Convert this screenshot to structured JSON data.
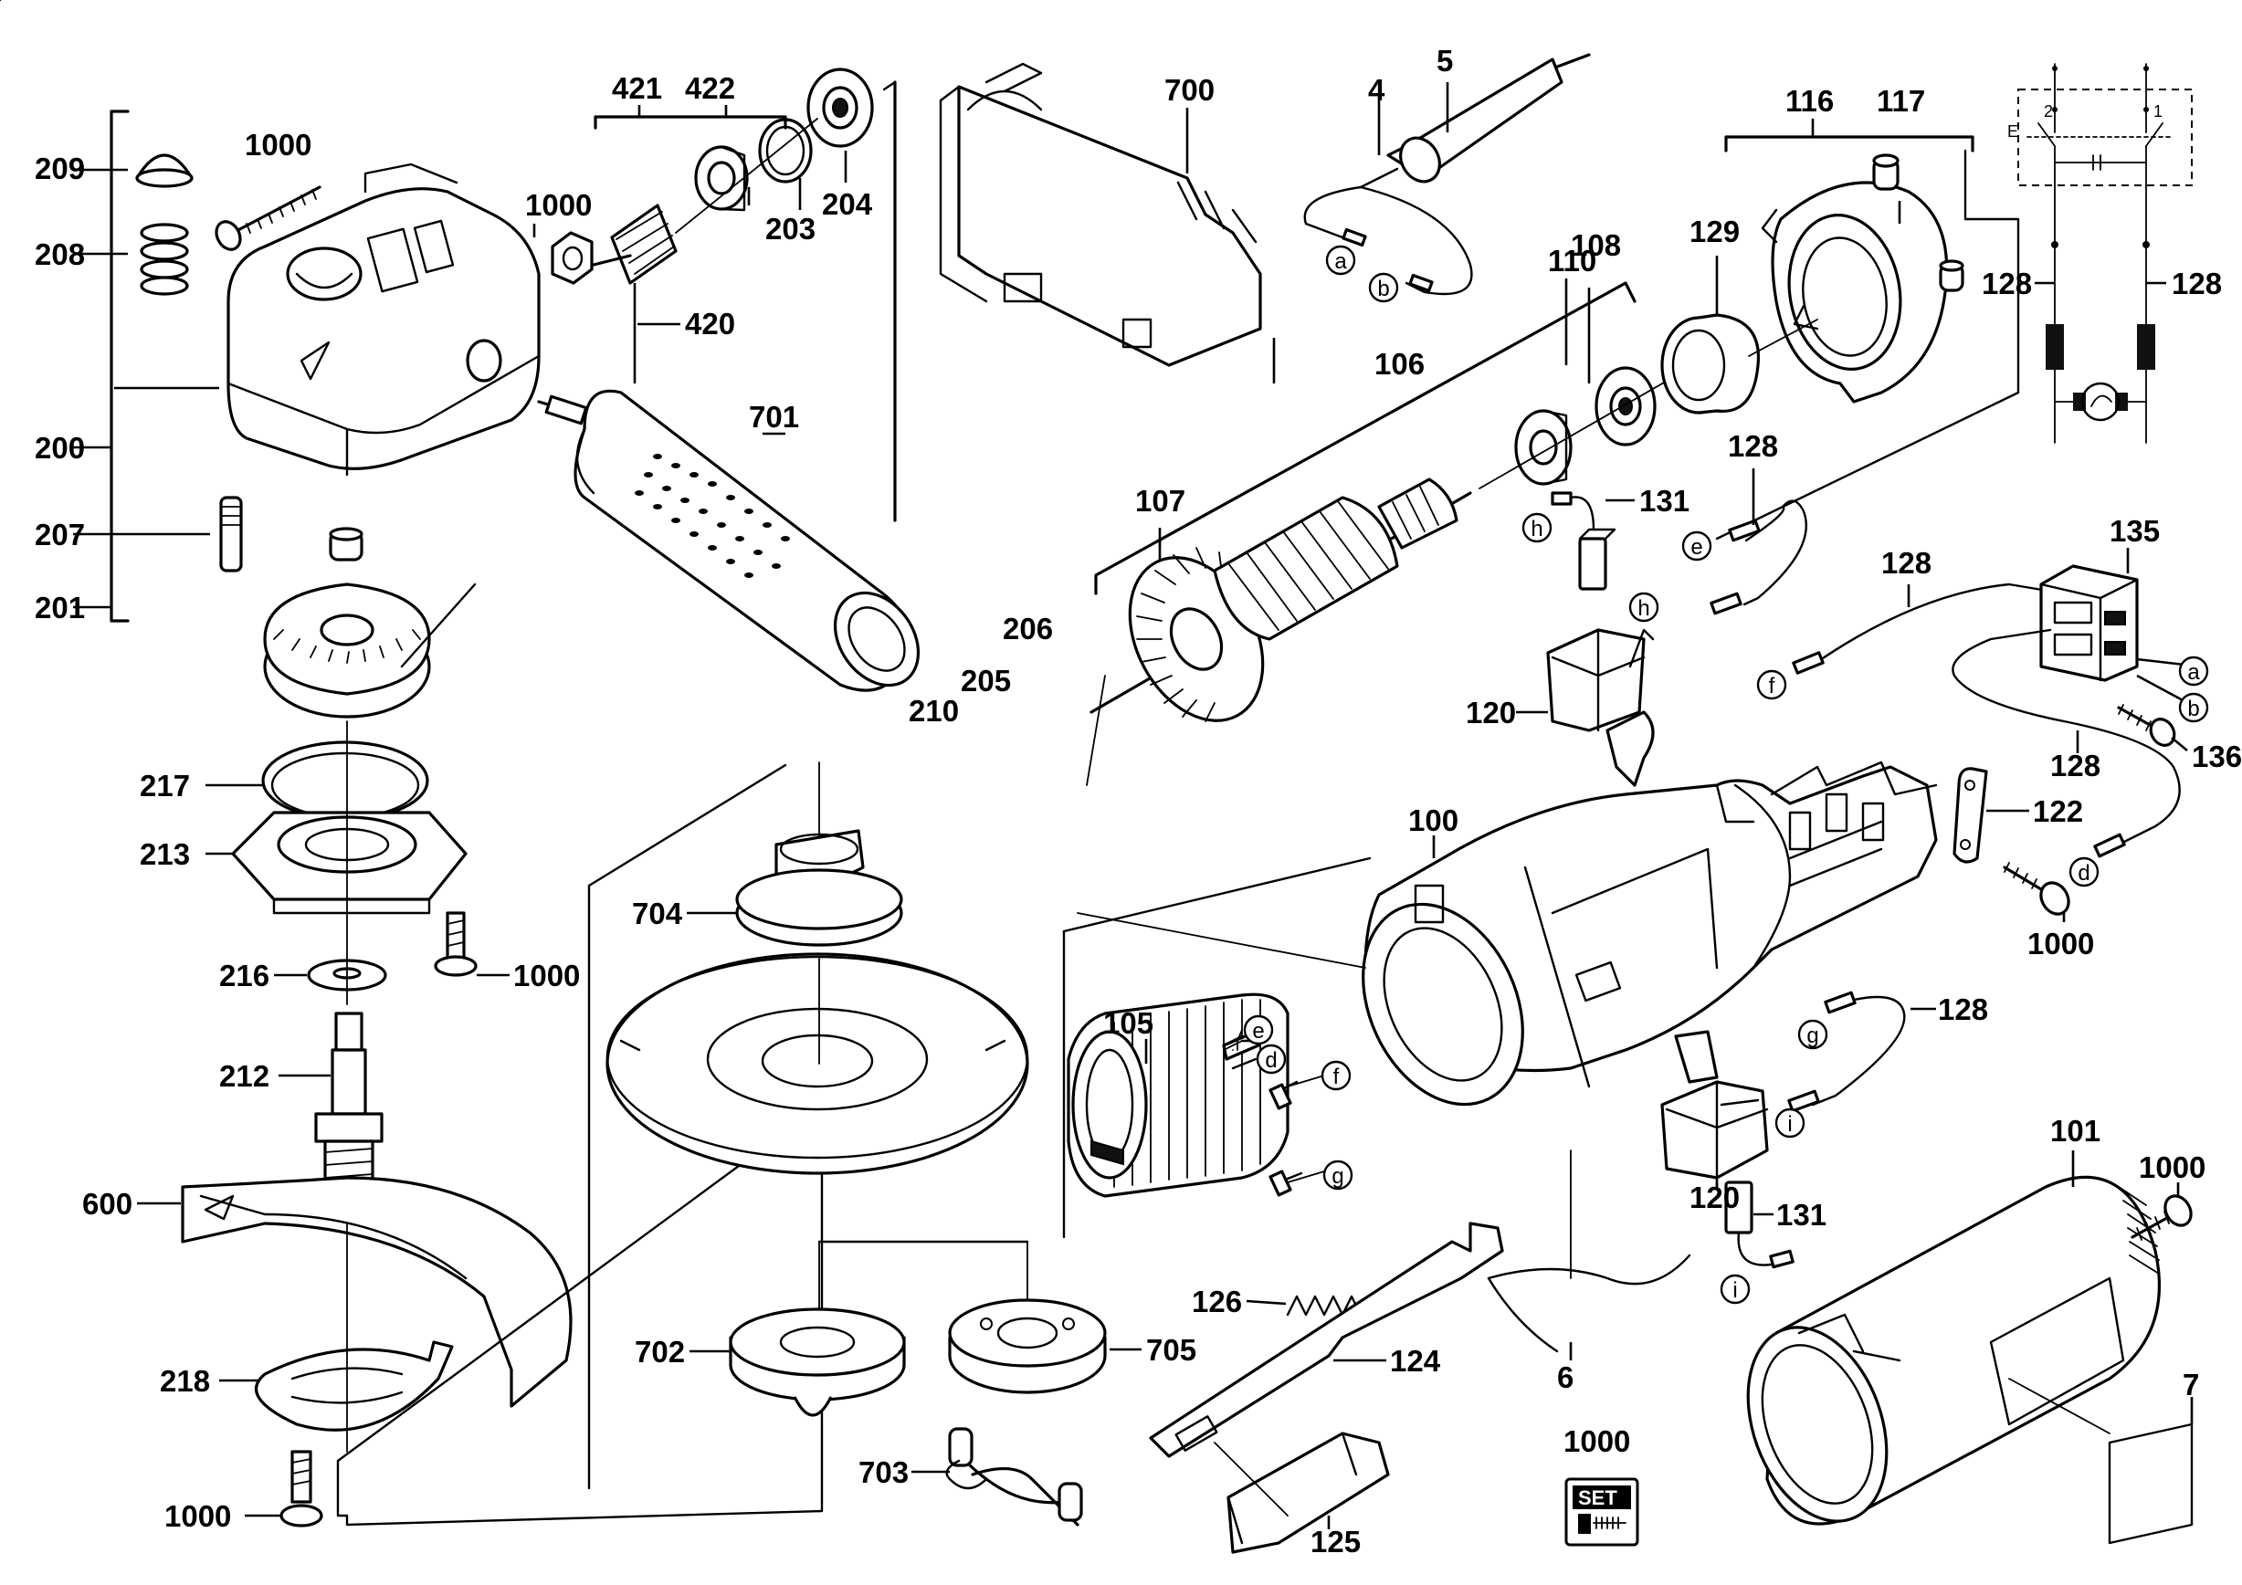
{
  "diagram": {
    "part_labels": {
      "p209": "209",
      "p208": "208",
      "p200": "200",
      "p207": "207",
      "p201": "201",
      "p1000_a": "1000",
      "p1000_b": "1000",
      "p1000_c": "1000",
      "p1000_d": "1000",
      "p1000_e": "1000",
      "p1000_f": "1000",
      "p1000_set": "1000",
      "p421": "421",
      "p422": "422",
      "p420": "420",
      "p203": "203",
      "p204": "204",
      "p701": "701",
      "p700": "700",
      "p4": "4",
      "p5": "5",
      "p106": "106",
      "p107": "107",
      "p110": "110",
      "p108": "108",
      "p129": "129",
      "p116": "116",
      "p117": "117",
      "p128_a": "128",
      "p128_b": "128",
      "p128_c": "128",
      "p128_d": "128",
      "p128_e": "128",
      "p128_f": "128",
      "p131_a": "131",
      "p131_b": "131",
      "p135": "135",
      "p136": "136",
      "p120_a": "120",
      "p120_b": "120",
      "p122": "122",
      "p210": "210",
      "p205": "205",
      "p206": "206",
      "p217": "217",
      "p213": "213",
      "p216": "216",
      "p212": "212",
      "p600": "600",
      "p218": "218",
      "p704": "704",
      "p702": "702",
      "p705": "705",
      "p703": "703",
      "p100": "100",
      "p105": "105",
      "p101": "101",
      "p126": "126",
      "p124": "124",
      "p125": "125",
      "p6": "6",
      "p7": "7"
    },
    "wire_markers": {
      "a1": "a",
      "b1": "b",
      "a2": "a",
      "b2": "b",
      "e1": "e",
      "d1": "d",
      "f1": "f",
      "g1": "g",
      "h1": "h",
      "h2": "h",
      "e2": "e",
      "f2": "f",
      "d2": "d",
      "g2": "g",
      "i1": "i",
      "i2": "i"
    },
    "set_badge": "SET",
    "schematic": {
      "terminal_1": "1",
      "terminal_2": "2",
      "terminal_e": "E"
    }
  }
}
